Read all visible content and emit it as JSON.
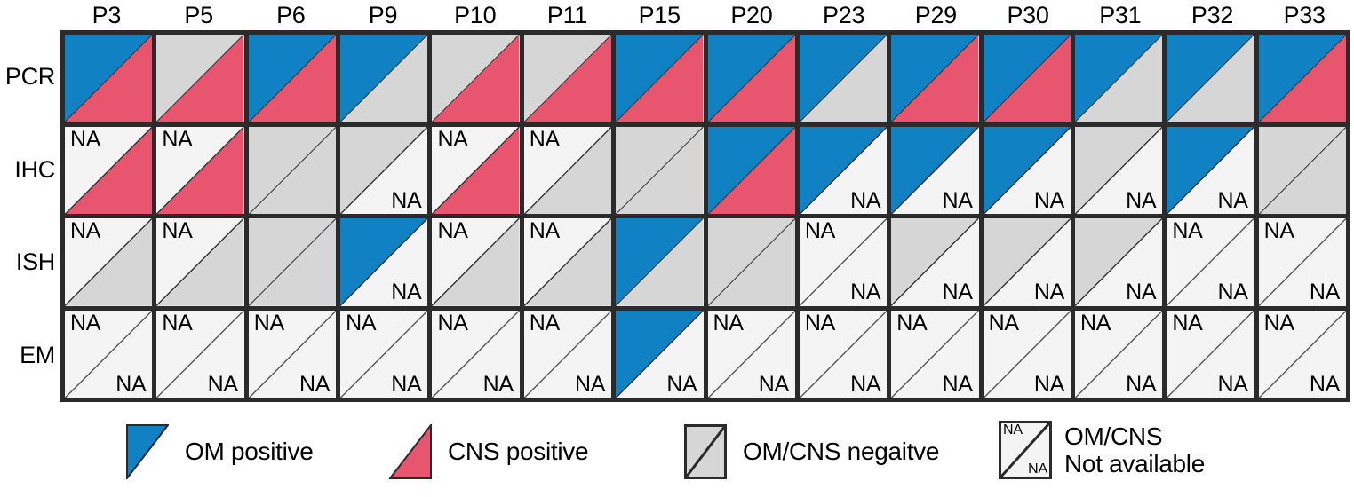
{
  "colors": {
    "om_positive": "#1082c3",
    "cns_positive": "#e8556e",
    "negative": "#d6d6d6",
    "not_available": "#f4f4f4",
    "grid_line": "#2b2b2b",
    "diagonal_line": "#333333",
    "text": "#000000"
  },
  "columns": [
    "P3",
    "P5",
    "P6",
    "P9",
    "P10",
    "P11",
    "P15",
    "P20",
    "P23",
    "P29",
    "P30",
    "P31",
    "P32",
    "P33"
  ],
  "rows": [
    "PCR",
    "IHC",
    "ISH",
    "EM"
  ],
  "na_label": "NA",
  "legend": {
    "items": [
      {
        "key": "om",
        "label": "OM positive",
        "swatch": "upper-left-triangle",
        "color": "#1082c3"
      },
      {
        "key": "cns",
        "label": "CNS positive",
        "swatch": "lower-right-triangle",
        "color": "#e8556e"
      },
      {
        "key": "neg",
        "label": "OM/CNS negaitve",
        "swatch": "split-square",
        "color": "#d6d6d6"
      },
      {
        "key": "na",
        "label_line1": "OM/CNS",
        "label_line2": "Not available",
        "swatch": "split-square-na",
        "color": "#f4f4f4"
      }
    ]
  },
  "chart_data": {
    "type": "heatmap",
    "title": "",
    "xlabel": "",
    "ylabel": "",
    "description": "Matrix of detection assay results per patient. Each cell is split along the top-left-to-bottom-right diagonal: the upper-left triangle is the OM (otitis media / middle ear) sample result and the lower-right triangle is the CNS sample result.",
    "categories": [
      "P3",
      "P5",
      "P6",
      "P9",
      "P10",
      "P11",
      "P15",
      "P20",
      "P23",
      "P29",
      "P30",
      "P31",
      "P32",
      "P33"
    ],
    "row_categories": [
      "PCR",
      "IHC",
      "ISH",
      "EM"
    ],
    "value_legend": {
      "positive": "assay positive for that compartment (OM = blue, CNS = red)",
      "negative": "assay negative (gray)",
      "na": "sample not available (white, labelled NA)"
    },
    "series": [
      {
        "name": "PCR",
        "cells": [
          {
            "column": "P3",
            "om": "positive",
            "cns": "positive"
          },
          {
            "column": "P5",
            "om": "negative",
            "cns": "positive"
          },
          {
            "column": "P6",
            "om": "positive",
            "cns": "positive"
          },
          {
            "column": "P9",
            "om": "positive",
            "cns": "negative"
          },
          {
            "column": "P10",
            "om": "negative",
            "cns": "positive"
          },
          {
            "column": "P11",
            "om": "negative",
            "cns": "positive"
          },
          {
            "column": "P15",
            "om": "positive",
            "cns": "positive"
          },
          {
            "column": "P20",
            "om": "positive",
            "cns": "positive"
          },
          {
            "column": "P23",
            "om": "positive",
            "cns": "negative"
          },
          {
            "column": "P29",
            "om": "positive",
            "cns": "positive"
          },
          {
            "column": "P30",
            "om": "positive",
            "cns": "positive"
          },
          {
            "column": "P31",
            "om": "positive",
            "cns": "negative"
          },
          {
            "column": "P32",
            "om": "positive",
            "cns": "negative"
          },
          {
            "column": "P33",
            "om": "positive",
            "cns": "positive"
          }
        ]
      },
      {
        "name": "IHC",
        "cells": [
          {
            "column": "P3",
            "om": "na",
            "cns": "positive"
          },
          {
            "column": "P5",
            "om": "na",
            "cns": "positive"
          },
          {
            "column": "P6",
            "om": "negative",
            "cns": "negative"
          },
          {
            "column": "P9",
            "om": "negative",
            "cns": "na"
          },
          {
            "column": "P10",
            "om": "na",
            "cns": "positive"
          },
          {
            "column": "P11",
            "om": "na",
            "cns": "negative"
          },
          {
            "column": "P15",
            "om": "negative",
            "cns": "negative"
          },
          {
            "column": "P20",
            "om": "positive",
            "cns": "positive"
          },
          {
            "column": "P23",
            "om": "positive",
            "cns": "na"
          },
          {
            "column": "P29",
            "om": "positive",
            "cns": "na"
          },
          {
            "column": "P30",
            "om": "positive",
            "cns": "na"
          },
          {
            "column": "P31",
            "om": "negative",
            "cns": "na"
          },
          {
            "column": "P32",
            "om": "positive",
            "cns": "na"
          },
          {
            "column": "P33",
            "om": "negative",
            "cns": "negative"
          }
        ]
      },
      {
        "name": "ISH",
        "cells": [
          {
            "column": "P3",
            "om": "na",
            "cns": "negative"
          },
          {
            "column": "P5",
            "om": "na",
            "cns": "negative"
          },
          {
            "column": "P6",
            "om": "negative",
            "cns": "negative"
          },
          {
            "column": "P9",
            "om": "positive",
            "cns": "na"
          },
          {
            "column": "P10",
            "om": "na",
            "cns": "negative"
          },
          {
            "column": "P11",
            "om": "na",
            "cns": "negative"
          },
          {
            "column": "P15",
            "om": "positive",
            "cns": "negative"
          },
          {
            "column": "P20",
            "om": "negative",
            "cns": "negative"
          },
          {
            "column": "P23",
            "om": "na",
            "cns": "na"
          },
          {
            "column": "P29",
            "om": "negative",
            "cns": "na"
          },
          {
            "column": "P30",
            "om": "negative",
            "cns": "na"
          },
          {
            "column": "P31",
            "om": "negative",
            "cns": "na"
          },
          {
            "column": "P32",
            "om": "na",
            "cns": "na"
          },
          {
            "column": "P33",
            "om": "na",
            "cns": "na"
          }
        ]
      },
      {
        "name": "EM",
        "cells": [
          {
            "column": "P3",
            "om": "na",
            "cns": "na"
          },
          {
            "column": "P5",
            "om": "na",
            "cns": "na"
          },
          {
            "column": "P6",
            "om": "na",
            "cns": "na"
          },
          {
            "column": "P9",
            "om": "na",
            "cns": "na"
          },
          {
            "column": "P10",
            "om": "na",
            "cns": "na"
          },
          {
            "column": "P11",
            "om": "na",
            "cns": "na"
          },
          {
            "column": "P15",
            "om": "positive",
            "cns": "na"
          },
          {
            "column": "P20",
            "om": "na",
            "cns": "na"
          },
          {
            "column": "P23",
            "om": "na",
            "cns": "na"
          },
          {
            "column": "P29",
            "om": "na",
            "cns": "na"
          },
          {
            "column": "P30",
            "om": "na",
            "cns": "na"
          },
          {
            "column": "P31",
            "om": "na",
            "cns": "na"
          },
          {
            "column": "P32",
            "om": "na",
            "cns": "na"
          },
          {
            "column": "P33",
            "om": "na",
            "cns": "na"
          }
        ]
      }
    ]
  }
}
